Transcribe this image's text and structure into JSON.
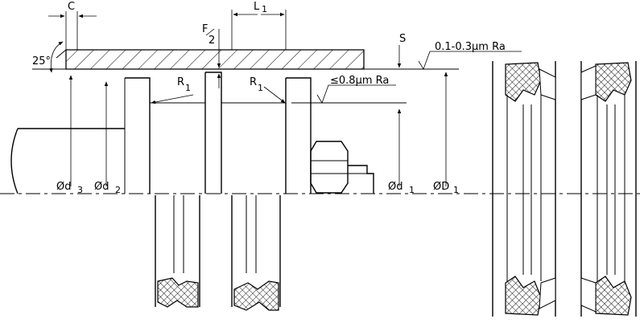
{
  "labels": {
    "chamfer_c": "C",
    "angle": "25°",
    "gap_f": "F",
    "gap_f_den": "2",
    "length_l": "L",
    "length_l_sub": "1",
    "radius_1": "R",
    "radius_1_sub": "1",
    "radius_2": "R",
    "radius_2_sub": "1",
    "clearance_s": "S",
    "finish_bore": "0.1-0.3μm Ra",
    "finish_rod": "≤0.8μm Ra",
    "dia_d3": "Ød",
    "dia_d3_sub": "3",
    "dia_d2": "Ød",
    "dia_d2_sub": "2",
    "dia_d1": "Ød",
    "dia_d1_sub": "1",
    "dia_D1": "ØD",
    "dia_D1_sub": "1"
  }
}
